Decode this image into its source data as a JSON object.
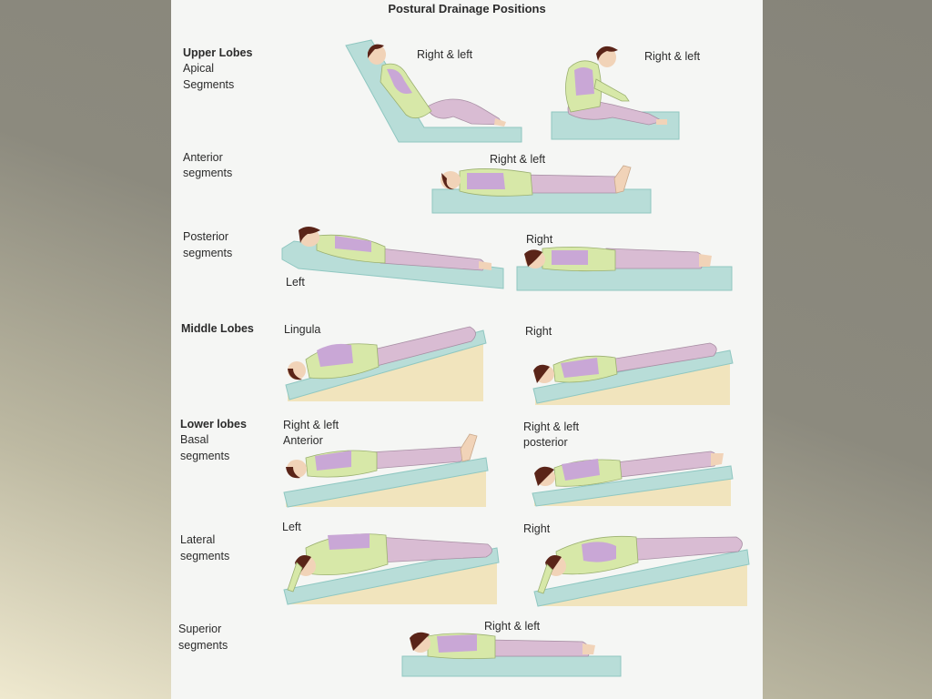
{
  "title": "Postural Drainage Positions",
  "sections": {
    "upper": {
      "heading": "Upper Lobes",
      "apical": {
        "label_line1": "Apical",
        "label_line2": "Segments",
        "fig1": "Right & left",
        "fig2": "Right & left"
      },
      "anterior": {
        "label_line1": "Anterior",
        "label_line2": "segments",
        "fig1": "Right & left"
      },
      "posterior": {
        "label_line1": "Posterior",
        "label_line2": "segments",
        "fig1": "Left",
        "fig2": "Right"
      }
    },
    "middle": {
      "heading": "Middle Lobes",
      "fig1": "Lingula",
      "fig2": "Right"
    },
    "lower": {
      "heading": "Lower lobes",
      "basal": {
        "label_line1": "Basal",
        "label_line2": "segments",
        "fig1_line1": "Right & left",
        "fig1_line2": "Anterior",
        "fig2_line1": "Right & left",
        "fig2_line2": "posterior"
      },
      "lateral": {
        "label_line1": "Lateral",
        "label_line2": "segments",
        "fig1": "Left",
        "fig2": "Right"
      },
      "superior": {
        "label_line1": "Superior",
        "label_line2": "segments",
        "fig1": "Right & left"
      }
    }
  },
  "colors": {
    "mat": "#b8ddd8",
    "mat_edge": "#8fc7c1",
    "wedge": "#f1e4bd",
    "shirt": "#d7e8a8",
    "lung": "#c9a7d6",
    "pants": "#d9bcd3",
    "skin": "#f1d3b8",
    "hair": "#5a2418"
  }
}
